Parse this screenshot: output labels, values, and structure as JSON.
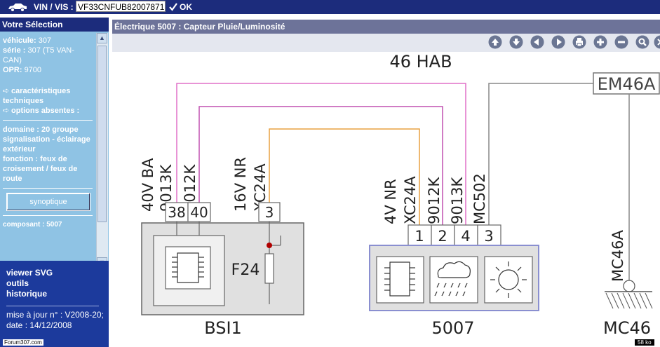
{
  "topbar": {
    "car_icon": "car-icon",
    "vin_label": "VIN / VIS :",
    "vin_value": "VF33CNFUB82007871",
    "ok_label": "OK"
  },
  "selection": {
    "header": "Votre Sélection",
    "vehicule_label": "véhicule:",
    "vehicule_value": "307",
    "serie_label": "série :",
    "serie_value": "307 (T5 VAN-CAN)",
    "opr_label": "OPR:",
    "opr_value": "9700",
    "link_caracteristiques": "caractéristiques techniques",
    "link_options": "options absentes :",
    "domaine_label": "domaine :",
    "domaine_value": "20 groupe signalisation - éclairage extérieur",
    "fonction_label": "fonction :",
    "fonction_value": "feux de croisement / feux de route",
    "synoptique_label": "synoptique",
    "composant": "composant : 5007"
  },
  "lower_panel": {
    "viewer_svg": "viewer SVG",
    "outils": "outils",
    "historique": "historique",
    "mise_a_jour": "mise à jour n° : V2008-20;",
    "date": "date : 14/12/2008"
  },
  "footer": {
    "left": "Forum307.com",
    "right": "58 ko"
  },
  "content": {
    "title": "Électrique 5007  : Capteur Pluie/Luminosité",
    "toolbar_icons": [
      "up-icon",
      "down-icon",
      "left-icon",
      "right-icon",
      "print-icon",
      "zoom-in-icon",
      "zoom-out-icon",
      "search-icon",
      "close-icon"
    ]
  },
  "diagram": {
    "title": "46 HAB",
    "em_box": "EM46A",
    "bsi_name": "BSI1",
    "fuse_label": "F24",
    "pin_38": "38",
    "pin_40": "40",
    "pin_3_bsi": "3",
    "wire_labels_bsi": [
      "40V BA",
      "9013K",
      "9012K",
      "16V NR",
      "XC24A"
    ],
    "sensor_name": "5007",
    "pin_1": "1",
    "pin_2": "2",
    "pin_4": "4",
    "pin_3_sensor": "3",
    "wire_labels_sensor": [
      "4V NR",
      "XC24A",
      "9012K",
      "9013K",
      "MC502"
    ],
    "ground_name": "MC46",
    "ground_label": "MC46A",
    "colors": {
      "pink_wire": "#e070c8",
      "magenta_wire": "#c050b0",
      "orange_wire": "#e8a040",
      "gray_wire": "#888888",
      "fuse_dot": "#b00000"
    }
  }
}
